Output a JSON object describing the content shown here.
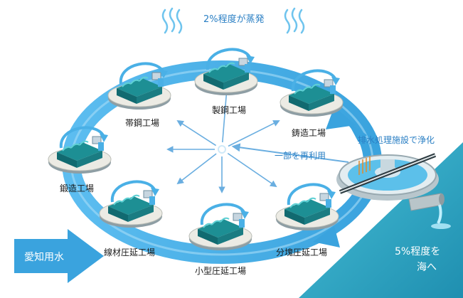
{
  "evaporation_label": "2%程度が蒸発",
  "treatment_label": "排水処理施設で浄化",
  "reuse_label": "一部を再利用",
  "source_label": "愛知用水",
  "sea_label_line1": "5%程度を",
  "sea_label_line2": "海へ",
  "factories": [
    {
      "key": "obikou",
      "label": "帯鋼工場"
    },
    {
      "key": "seikou",
      "label": "製鋼工場"
    },
    {
      "key": "chuzou",
      "label": "鋳造工場"
    },
    {
      "key": "tanzou",
      "label": "鍛造工場"
    },
    {
      "key": "senzai",
      "label": "線材圧延工場"
    },
    {
      "key": "kogata",
      "label": "小型圧延工場"
    },
    {
      "key": "bunkai",
      "label": "分塊圧延工場"
    }
  ],
  "colors": {
    "water": "#4ab0e6",
    "water_light": "#8fd4f5",
    "teal": "#1d8f94",
    "teal_dark": "#116a70",
    "sea": "#2aa6c4",
    "label_blue": "#2a7fc4",
    "arrow_center": "#6aaee0"
  },
  "icons": [
    "steam-icon",
    "water-cycle-arrow-icon",
    "factory-building-icon",
    "treatment-tank-icon",
    "pipe-outlet-icon"
  ]
}
